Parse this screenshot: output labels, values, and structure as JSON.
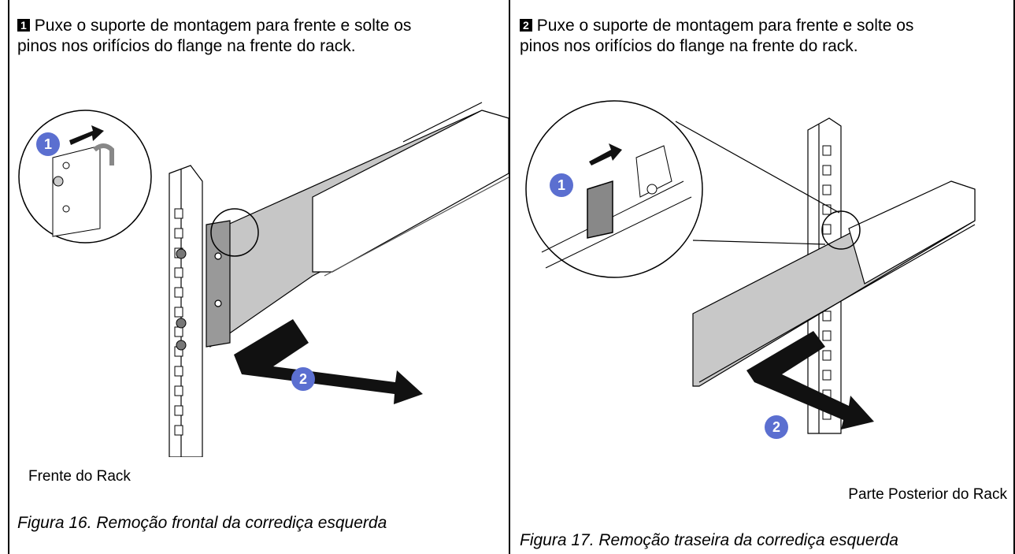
{
  "steps": [
    {
      "badge": "1",
      "line1": "Puxe o suporte de montagem para frente e solte os",
      "line2": "pinos nos orifícios do flange na frente do rack."
    },
    {
      "badge": "2",
      "line1": "Puxe o suporte de montagem para frente e solte os",
      "line2": "pinos nos orifícios do flange na frente do rack."
    }
  ],
  "figures": [
    {
      "label": "Frente do Rack",
      "caption": "Figura 16.  Remoção frontal da corrediça esquerda",
      "callouts": [
        "1",
        "2"
      ]
    },
    {
      "label": "Parte Posterior do Rack",
      "caption": "Figura 17.  Remoção traseira da corrediça esquerda",
      "callouts": [
        "1",
        "2"
      ]
    }
  ],
  "colors": {
    "callout": "#5b6fd0",
    "arrow": "#111111",
    "rail": "#bfbfbf"
  }
}
